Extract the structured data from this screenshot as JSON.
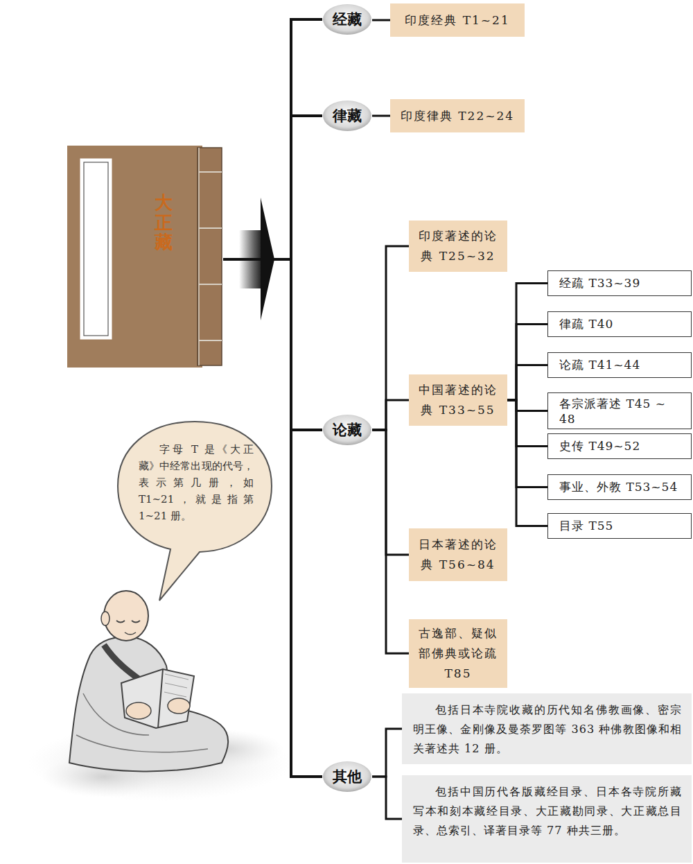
{
  "diagram": {
    "nodes": [
      {
        "text": [
          "大正藏"
        ]
      },
      {
        "text": [
          "经藏"
        ]
      },
      {
        "text": [
          "印度经典 T1~21"
        ]
      },
      {
        "text": [
          "律藏"
        ]
      },
      {
        "text": [
          "印度律典 T22~24"
        ]
      },
      {
        "text": [
          "论藏"
        ]
      },
      {
        "text": [
          "印度著述的论典 T25~32"
        ]
      },
      {
        "text": [
          "中国著述的论典 T33~55"
        ]
      },
      {
        "text": [
          "经疏 T33~39"
        ]
      },
      {
        "text": [
          "律疏 T40"
        ]
      },
      {
        "text": [
          "论疏 T41~44"
        ]
      },
      {
        "text": [
          "各宗派著述 T45 ~ 48"
        ]
      },
      {
        "text": [
          "史传 T49~52"
        ]
      },
      {
        "text": [
          "事业、外教 T53~54"
        ]
      },
      {
        "text": [
          "目录 T55"
        ]
      },
      {
        "text": [
          "日本著述的论典 T56~84"
        ]
      },
      {
        "text": [
          "古逸部、疑似部佛典或论疏 T85"
        ]
      },
      {
        "text": [
          "其他"
        ]
      },
      {
        "text": [
          "包括日本寺院收藏的历代知名佛教画像、密宗明王像、金刚像及曼荼罗图等 363 种佛教图像和相关著述共 12 册。"
        ]
      },
      {
        "text": [
          "包括中国历代各版藏经目录、日本各寺院所藏写本和刻本藏经目录、大正藏勘同录、大正藏总目录、总索引、译著目录等 77 种共三册。"
        ]
      },
      {
        "text": [
          "字母 T 是《大正藏》中经常出现的代号，表示第几册，如 T1~21，就是指第 1~21 册。"
        ]
      }
    ],
    "edges": [
      {
        "from": 0,
        "to": 1,
        "arrow": "none"
      },
      {
        "from": 0,
        "to": 3,
        "arrow": "none"
      },
      {
        "from": 0,
        "to": 5,
        "arrow": "none"
      },
      {
        "from": 0,
        "to": 17,
        "arrow": "none"
      },
      {
        "from": 1,
        "to": 2,
        "arrow": "none"
      },
      {
        "from": 3,
        "to": 4,
        "arrow": "none"
      },
      {
        "from": 5,
        "to": 6,
        "arrow": "none"
      },
      {
        "from": 5,
        "to": 7,
        "arrow": "none"
      },
      {
        "from": 5,
        "to": 15,
        "arrow": "none"
      },
      {
        "from": 5,
        "to": 16,
        "arrow": "none"
      },
      {
        "from": 7,
        "to": 8,
        "arrow": "none"
      },
      {
        "from": 7,
        "to": 9,
        "arrow": "none"
      },
      {
        "from": 7,
        "to": 10,
        "arrow": "none"
      },
      {
        "from": 7,
        "to": 11,
        "arrow": "none"
      },
      {
        "from": 7,
        "to": 12,
        "arrow": "none"
      },
      {
        "from": 7,
        "to": 13,
        "arrow": "none"
      },
      {
        "from": 7,
        "to": 14,
        "arrow": "none"
      },
      {
        "from": 17,
        "to": 18,
        "arrow": "none"
      },
      {
        "from": 17,
        "to": 19,
        "arrow": "none"
      }
    ]
  }
}
